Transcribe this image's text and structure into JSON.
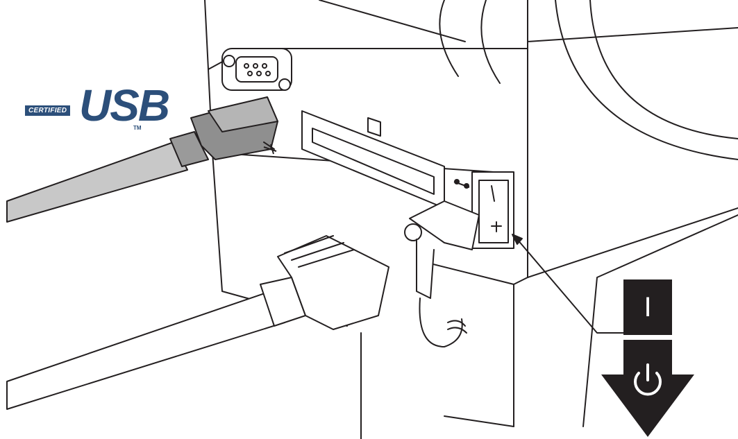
{
  "usb_logo": {
    "certified": "CERTIFIED",
    "word": "USB",
    "tm": "TM"
  },
  "switch": {
    "on_label": "I"
  },
  "icons": {
    "usb_port": "usb-symbol-icon",
    "power_port": "power-plug-icon",
    "power": "power-symbol-icon",
    "arrow": "down-arrow-icon",
    "serial": "serial-port-icon",
    "parallel": "parallel-port-icon"
  },
  "colors": {
    "ink": "#231f20",
    "cable": "#c8c8c8",
    "usb_blue": "#2c4f7a"
  }
}
